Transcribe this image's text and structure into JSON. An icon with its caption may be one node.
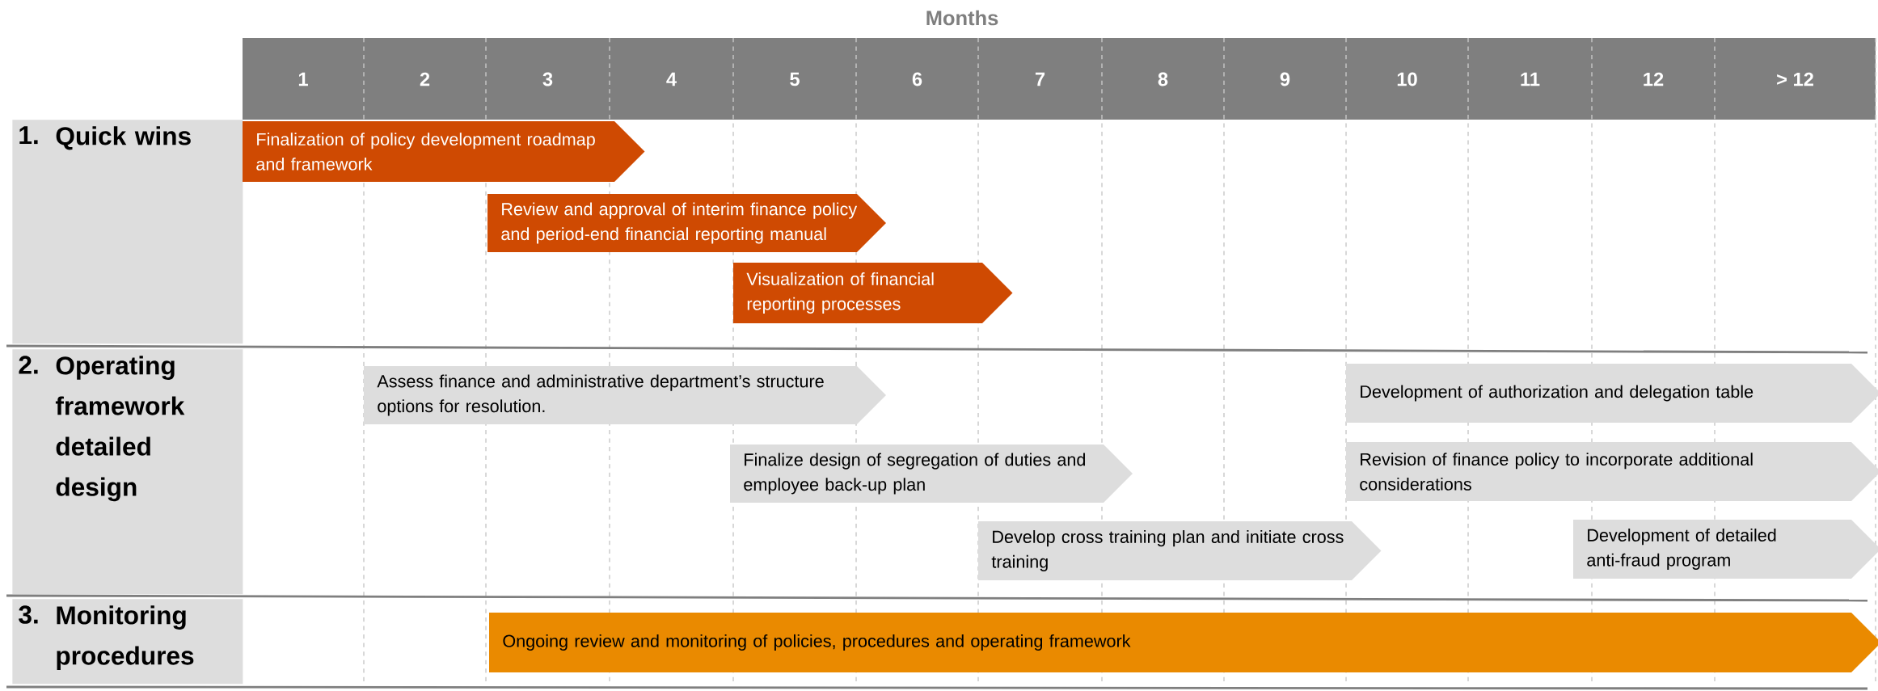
{
  "diagram": {
    "nodes": [
      {
        "text": [
          "1.",
          "Quick wins"
        ]
      },
      {
        "text": [
          "Finalization of policy development roadmap and framework"
        ]
      },
      {
        "text": [
          "Review and approval of interim finance policy and period-end financial reporting manual"
        ]
      },
      {
        "text": [
          "Visualization of financial reporting processes"
        ]
      },
      {
        "text": [
          "2.",
          "Operating framework detailed design"
        ]
      },
      {
        "text": [
          "Assess finance and administrative department’s structure options for resolution."
        ]
      },
      {
        "text": [
          "Development of authorization and delegation table"
        ]
      },
      {
        "text": [
          "Finalize design of segregation of duties and employee back-up plan"
        ]
      },
      {
        "text": [
          "Revision of finance policy to incorporate additional considerations"
        ]
      },
      {
        "text": [
          "Develop cross training plan and initiate cross training"
        ]
      },
      {
        "text": [
          "Development of detailed anti-fraud program"
        ]
      },
      {
        "text": [
          "3.",
          "Monitoring procedures"
        ]
      },
      {
        "text": [
          "Ongoing review and monitoring of policies, procedures and operating framework"
        ]
      }
    ],
    "labels": [
      "Months",
      "1",
      "2",
      "3",
      "4",
      "5",
      "6",
      "7",
      "8",
      "9",
      "10",
      "11",
      "12",
      "> 12"
    ]
  }
}
